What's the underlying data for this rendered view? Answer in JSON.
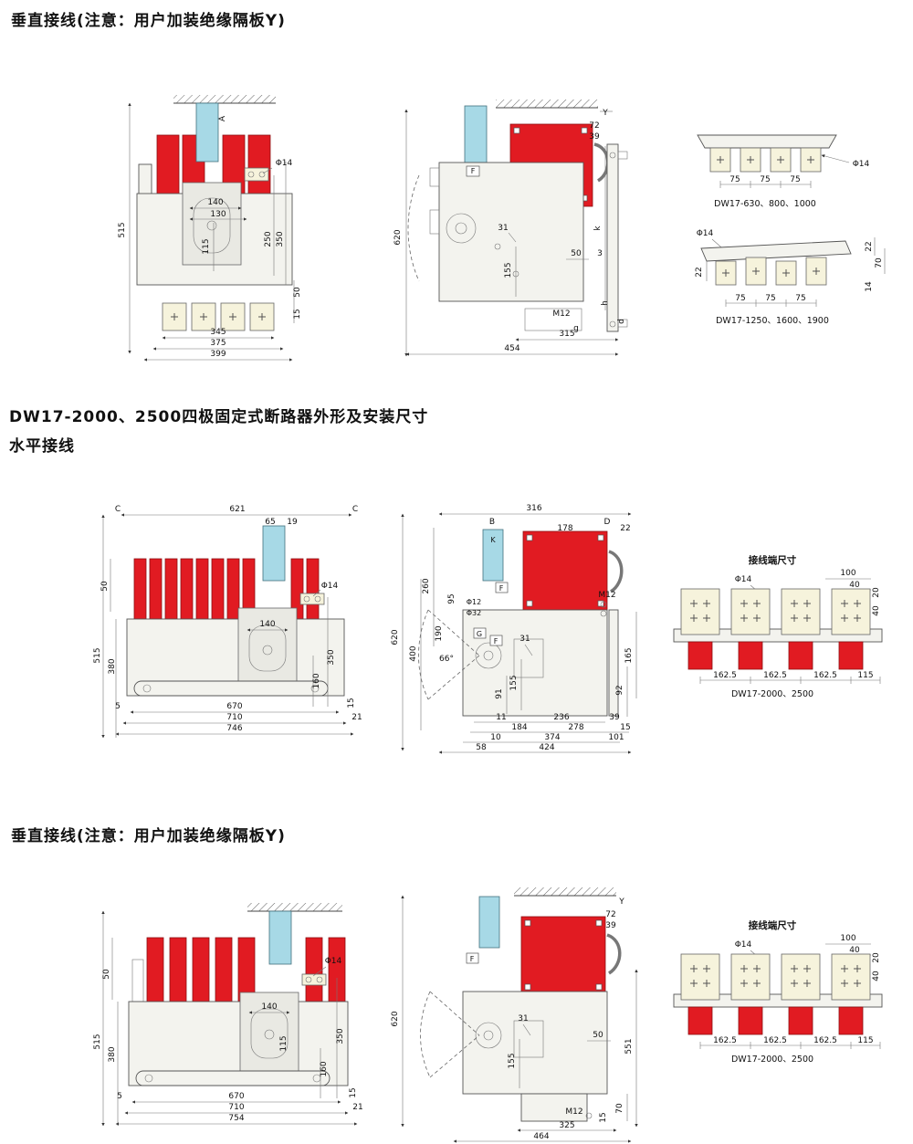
{
  "page": {
    "heading1": "垂直接线(注意：用户加装绝缘隔板Y)",
    "heading2": "DW17-2000、2500四极固定式断路器外形及安装尺寸",
    "heading3": "水平接线",
    "heading4": "垂直接线(注意：用户加装绝缘隔板Y)"
  },
  "colors": {
    "red": "#e11b22",
    "cyan": "#a7d9e6",
    "panel": "#f3f3ee",
    "tab": "#f6f3dc"
  },
  "s1": {
    "front": {
      "a": "A",
      "phi14": "Φ14",
      "d140": "140",
      "d130": "130",
      "d115": "115",
      "d250": "250",
      "d350": "350",
      "d515": "515",
      "d50": "50",
      "d15": "15",
      "d345": "345",
      "d375": "375",
      "d399": "399"
    },
    "side": {
      "d620": "620",
      "y": "Y",
      "d72": "72",
      "d39": "39",
      "f": "F",
      "d31": "31",
      "d155": "155",
      "d50": "50",
      "d3": "3",
      "k": "k",
      "h": "h",
      "g": "g",
      "d": "d",
      "m12": "M12",
      "d315": "315",
      "d454": "454"
    },
    "term": {
      "phi14": "Φ14",
      "d75": "75",
      "cap1": "DW17-630、800、1000",
      "d22": "22",
      "d70": "70",
      "d14": "14",
      "cap2": "DW17-1250、1600、1900"
    }
  },
  "s2": {
    "front": {
      "c": "C",
      "d621": "621",
      "d65": "65",
      "d19": "19",
      "phi14": "Φ14",
      "d50": "50",
      "d515": "515",
      "d380": "380",
      "d140": "140",
      "d350": "350",
      "d160": "160",
      "d670": "670",
      "d710": "710",
      "d746": "746",
      "d5": "5",
      "d15": "15",
      "d21": "21"
    },
    "side": {
      "d316": "316",
      "b": "B",
      "dd": "D",
      "k": "K",
      "d178": "178",
      "d22": "22",
      "d260": "260",
      "d95": "95",
      "phi12": "Φ12",
      "phi32": "Φ32",
      "d190": "190",
      "a66": "66°",
      "d400": "400",
      "d620": "620",
      "g": "G",
      "f": "F",
      "d31": "31",
      "d155": "155",
      "d91": "91",
      "d11": "11",
      "d184": "184",
      "d10": "10",
      "d58": "58",
      "d236": "236",
      "d278": "278",
      "d374": "374",
      "d424": "424",
      "d39": "39",
      "d15": "15",
      "d101": "101",
      "m12": "M12",
      "d165": "165",
      "d92": "92"
    },
    "term": {
      "title": "接线端尺寸",
      "phi14": "Φ14",
      "d100": "100",
      "d40": "40",
      "d20": "20",
      "d162": "162.5",
      "d115": "115",
      "cap": "DW17-2000、2500"
    }
  },
  "s3": {
    "front": {
      "d50": "50",
      "d515": "515",
      "d380": "380",
      "phi14": "Φ14",
      "d140": "140",
      "d115": "115",
      "d350": "350",
      "d160": "160",
      "d670": "670",
      "d710": "710",
      "d754": "754",
      "d5": "5",
      "d15": "15",
      "d21": "21"
    },
    "side": {
      "d620": "620",
      "y": "Y",
      "d72": "72",
      "d39": "39",
      "f": "F",
      "d31": "31",
      "d155": "155",
      "d50": "50",
      "d551": "551",
      "m12": "M12",
      "d15": "15",
      "d70": "70",
      "d325": "325",
      "d464": "464"
    },
    "term": {
      "title": "接线端尺寸",
      "phi14": "Φ14",
      "d100": "100",
      "d40": "40",
      "d20": "20",
      "d162": "162.5",
      "d115": "115",
      "cap": "DW17-2000、2500"
    }
  }
}
